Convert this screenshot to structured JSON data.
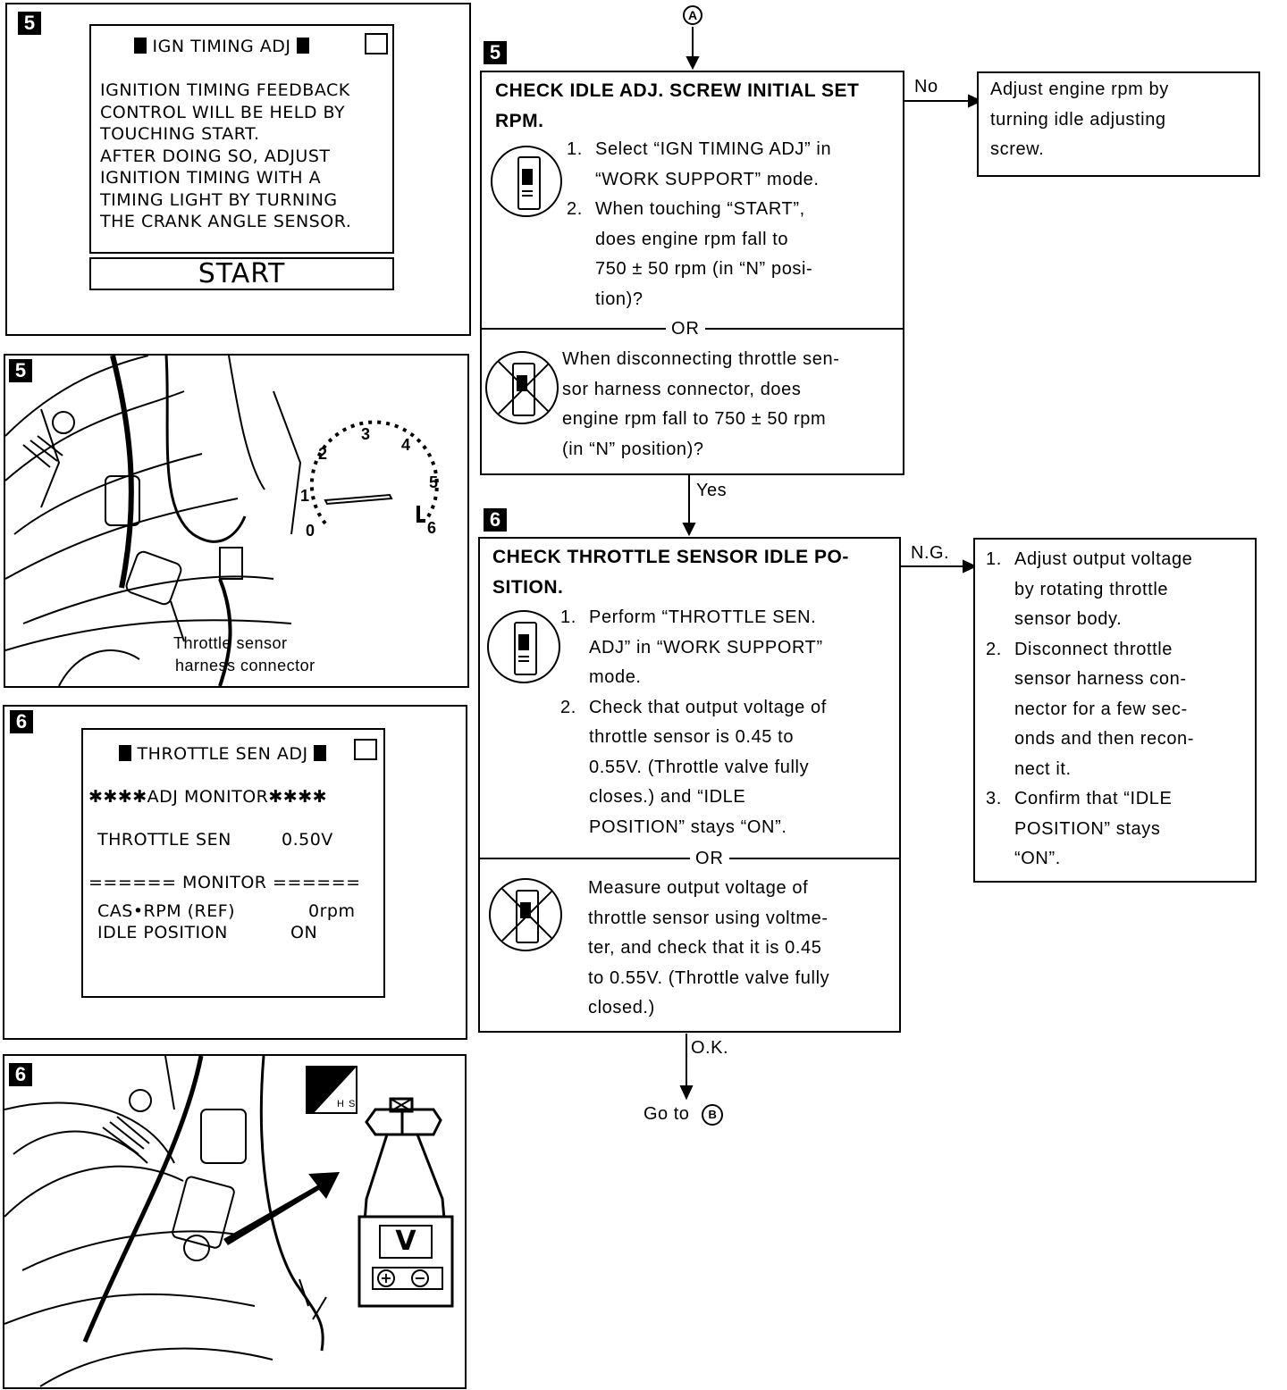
{
  "step5": {
    "num": "5",
    "screen": {
      "title": "IGN TIMING ADJ",
      "body_lines": [
        "IGNITION TIMING FEEDBACK",
        "CONTROL WILL BE HELD BY",
        "TOUCHING START.",
        "AFTER DOING SO, ADJUST",
        "IGNITION TIMING WITH A",
        "TIMING LIGHT BY TURNING",
        "THE CRANK ANGLE SENSOR."
      ],
      "start_button": "START"
    },
    "photo": {
      "num": "5",
      "caption_lines": [
        "Throttle sensor",
        "harness connector"
      ],
      "gauge_ticks": [
        "0",
        "1",
        "2",
        "3",
        "4",
        "5",
        "6"
      ]
    },
    "check": {
      "title_lines": [
        "CHECK IDLE ADJ. SCREW INITIAL SET",
        "RPM."
      ],
      "consult_items": [
        {
          "num": "1.",
          "lines": [
            "Select “IGN TIMING ADJ” in",
            "“WORK SUPPORT” mode."
          ]
        },
        {
          "num": "2.",
          "lines": [
            "When touching “START”,",
            "does engine rpm fall to",
            "750 ± 50 rpm (in “N” posi-",
            "tion)?"
          ]
        }
      ],
      "or_label": "OR",
      "alt_lines": [
        "When disconnecting throttle sen-",
        "sor harness connector, does",
        "engine rpm fall to 750 ± 50 rpm",
        "(in “N” position)?"
      ]
    },
    "no_label": "No",
    "no_result_lines": [
      "Adjust engine rpm by",
      "turning idle adjusting",
      "screw."
    ],
    "yes_label": "Yes"
  },
  "step6": {
    "num": "6",
    "screen": {
      "title": "THROTTLE SEN ADJ",
      "adj_monitor": "✱✱✱✱ADJ MONITOR✱✱✱✱",
      "throttle_label": "THROTTLE SEN",
      "throttle_value": "0.50V",
      "monitor_header": "====== MONITOR ======",
      "rows": [
        {
          "label": "CAS•RPM (REF)",
          "value": "0rpm"
        },
        {
          "label": "IDLE POSITION",
          "value": "ON"
        }
      ]
    },
    "photo": {
      "num": "6",
      "badge": "H S",
      "meter_label": "V",
      "plus": "+",
      "minus": "−"
    },
    "check": {
      "title_lines": [
        "CHECK THROTTLE SENSOR IDLE PO-",
        "SITION."
      ],
      "consult_items": [
        {
          "num": "1.",
          "lines": [
            "Perform “THROTTLE SEN.",
            "ADJ” in “WORK SUPPORT”",
            "mode."
          ]
        },
        {
          "num": "2.",
          "lines": [
            "Check that output voltage of",
            "throttle sensor is 0.45 to",
            "0.55V. (Throttle valve fully",
            "closes.) and “IDLE",
            "POSITION” stays “ON”."
          ]
        }
      ],
      "or_label": "OR",
      "alt_lines": [
        "Measure output voltage of",
        "throttle sensor using voltme-",
        "ter, and check that it is 0.45",
        "to 0.55V. (Throttle valve fully",
        "closed.)"
      ]
    },
    "ng_label": "N.G.",
    "ng_result_items": [
      {
        "num": "1.",
        "lines": [
          "Adjust output voltage",
          "by rotating throttle",
          "sensor body."
        ]
      },
      {
        "num": "2.",
        "lines": [
          "Disconnect throttle",
          "sensor harness con-",
          "nector for a few sec-",
          "onds and then recon-",
          "nect it."
        ]
      },
      {
        "num": "3.",
        "lines": [
          "Confirm that “IDLE",
          "POSITION” stays",
          "“ON”."
        ]
      }
    ],
    "ok_label": "O.K.",
    "goto_text": "Go to",
    "goto_marker": "B"
  },
  "start_marker": "A"
}
